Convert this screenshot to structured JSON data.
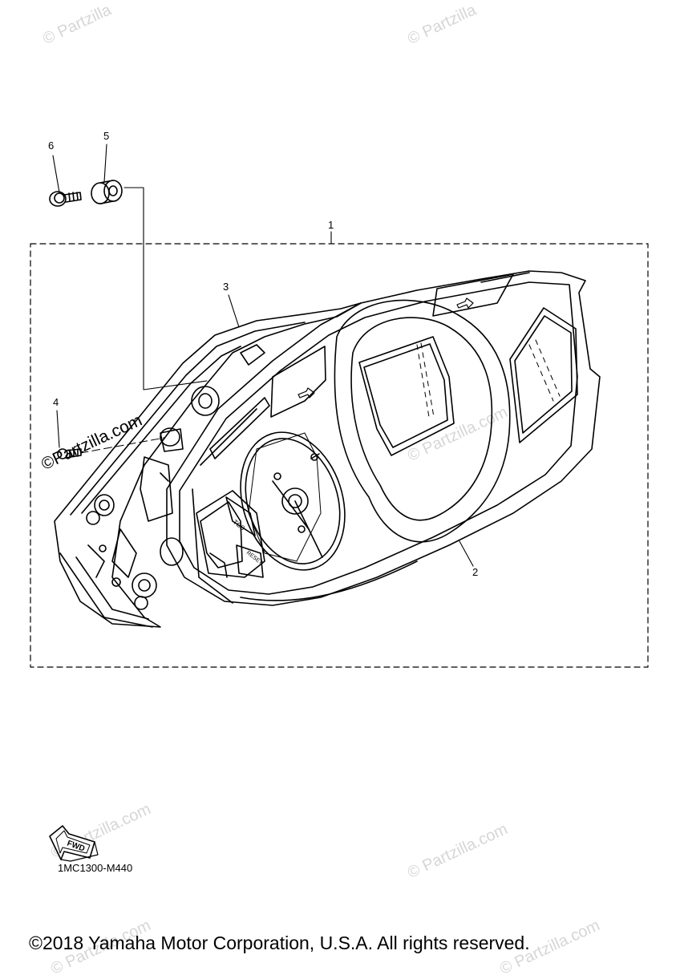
{
  "watermarks": {
    "faint": [
      "© Partzilla",
      "© Partzilla",
      "© Partzilla.com",
      "© Partzilla.com",
      "© Partzilla.com",
      "© Partzilla.com",
      "© Partzilla.com"
    ],
    "strong": "©Partzilla.com"
  },
  "callouts": {
    "part_1": "1",
    "part_2": "2",
    "part_3": "3",
    "part_4": "4",
    "part_5": "5",
    "part_6": "6"
  },
  "panel_text": {
    "tcs": "TCS",
    "reset": "RESET"
  },
  "fwd_label": "FWD",
  "diagram_code": "1MC1300-M440",
  "copyright": "©2018 Yamaha Motor Corporation, U.S.A. All rights reserved.",
  "colors": {
    "line": "#000000",
    "watermark": "#d6d6d6",
    "background": "#ffffff"
  }
}
